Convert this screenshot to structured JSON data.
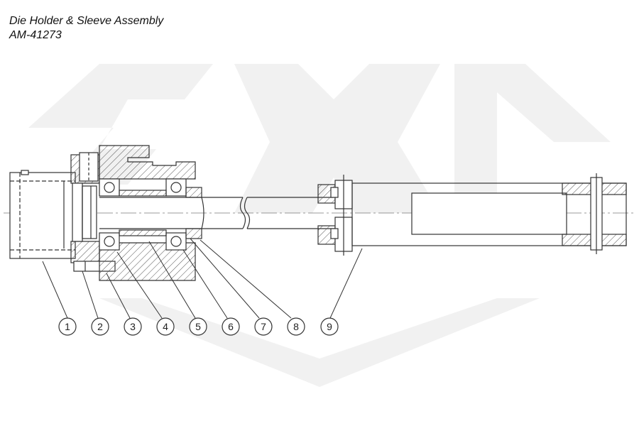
{
  "title": "Die Holder & Sleeve Assembly",
  "part_number": "AM-41273",
  "callouts": [
    {
      "label": "1"
    },
    {
      "label": "2"
    },
    {
      "label": "3"
    },
    {
      "label": "4"
    },
    {
      "label": "5"
    },
    {
      "label": "6"
    },
    {
      "label": "7"
    },
    {
      "label": "8"
    },
    {
      "label": "9"
    }
  ],
  "colors": {
    "line": "#333333",
    "watermark": "#f2f2f2"
  }
}
